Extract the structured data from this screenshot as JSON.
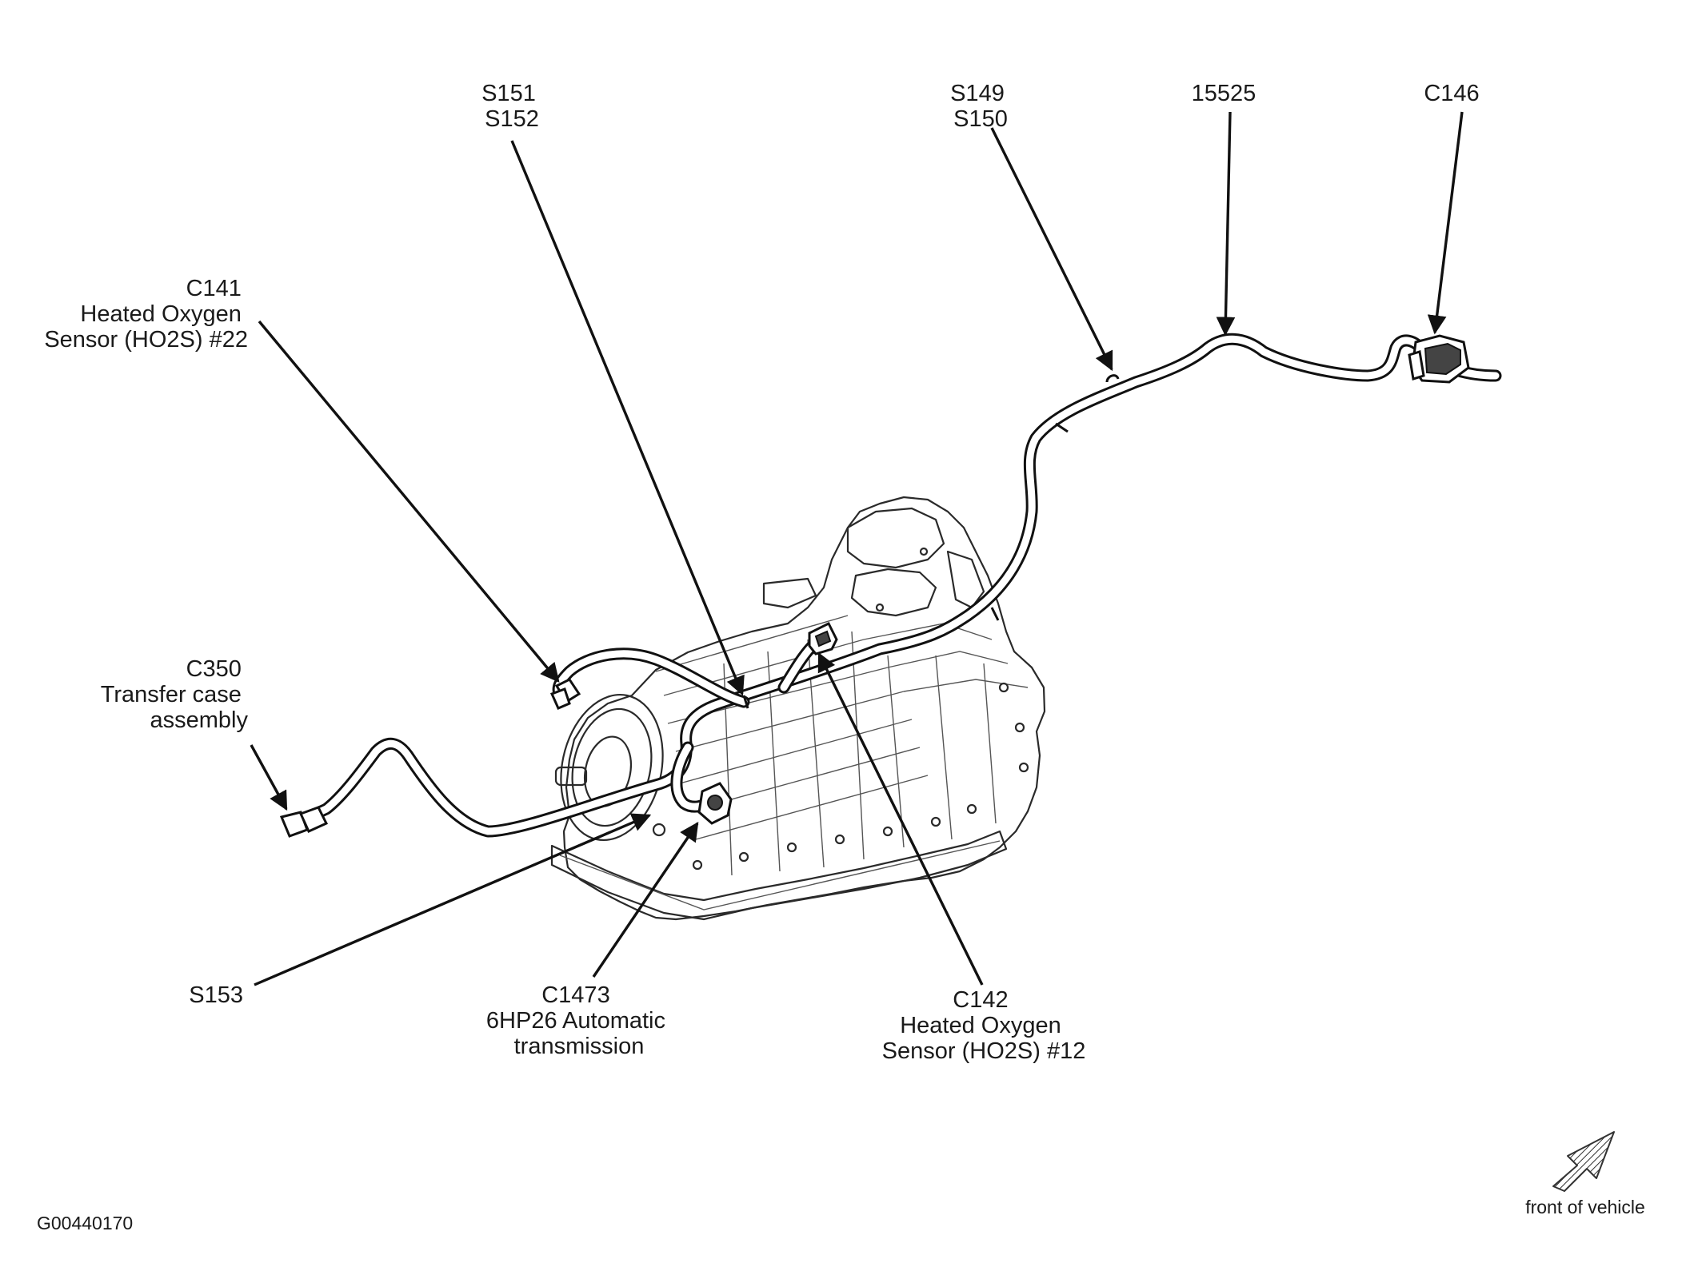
{
  "diagram_id": "G00440170",
  "callouts": {
    "s151_s152": [
      "S151",
      "S152"
    ],
    "s149_s150": [
      "S149",
      "S150"
    ],
    "harness_15525": [
      "15525"
    ],
    "c146": [
      "C146"
    ],
    "c141": [
      "C141",
      "Heated Oxygen",
      "Sensor (HO2S) #22"
    ],
    "c350": [
      "C350",
      "Transfer case",
      "assembly"
    ],
    "s153": [
      "S153"
    ],
    "c1473": [
      "C1473",
      "6HP26 Automatic",
      "transmission"
    ],
    "c142": [
      "C142",
      "Heated Oxygen",
      "Sensor (HO2S) #12"
    ]
  },
  "orientation": {
    "label": "front of vehicle",
    "icon": "hatched-arrow-icon"
  }
}
